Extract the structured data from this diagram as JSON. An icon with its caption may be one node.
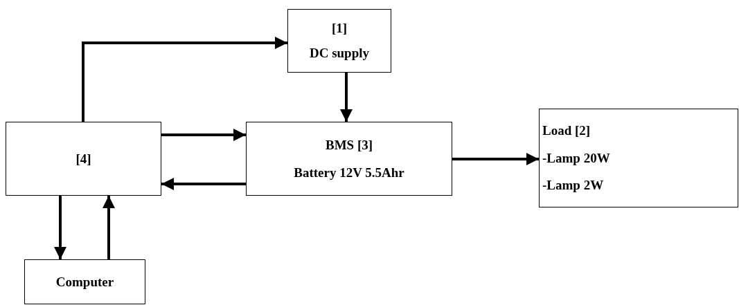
{
  "diagram": {
    "nodes": [
      {
        "text": [
          "[1]",
          "DC supply"
        ]
      },
      {
        "text": [
          "[4]"
        ]
      },
      {
        "text": [
          "BMS [3]",
          "Battery 12V 5.5Ahr"
        ]
      },
      {
        "text": [
          "Load [2]",
          "-Lamp 20W",
          "-Lamp 2W"
        ]
      },
      {
        "text": [
          "Computer"
        ]
      }
    ],
    "edges": [
      {
        "from": 1,
        "to": 0,
        "arrow": "to"
      },
      {
        "from": 0,
        "to": 2,
        "arrow": "to"
      },
      {
        "from": 1,
        "to": 2,
        "arrow": "to"
      },
      {
        "from": 2,
        "to": 1,
        "arrow": "to"
      },
      {
        "from": 2,
        "to": 3,
        "arrow": "to"
      },
      {
        "from": 1,
        "to": 4,
        "arrow": "to"
      },
      {
        "from": 4,
        "to": 1,
        "arrow": "to"
      }
    ]
  }
}
